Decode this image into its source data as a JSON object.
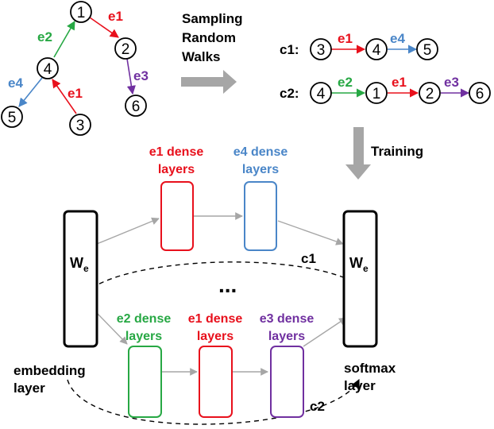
{
  "colors": {
    "e1": "#e8101c",
    "e2": "#27a844",
    "e3": "#7030a0",
    "e4": "#4a86c8",
    "gray": "#a6a6a6",
    "black": "#000000"
  },
  "graph": {
    "nodes": [
      "1",
      "2",
      "3",
      "4",
      "5",
      "6"
    ],
    "edges": [
      {
        "from": "4",
        "to": "1",
        "label": "e2"
      },
      {
        "from": "1",
        "to": "2",
        "label": "e1"
      },
      {
        "from": "2",
        "to": "6",
        "label": "e3"
      },
      {
        "from": "3",
        "to": "4",
        "label": "e1"
      },
      {
        "from": "4",
        "to": "5",
        "label": "e4"
      }
    ]
  },
  "sampling_label": [
    "Sampling",
    "Random",
    "Walks"
  ],
  "walks": [
    {
      "name": "c1:",
      "nodes": [
        "3",
        "4",
        "5"
      ],
      "edges": [
        "e1",
        "e4"
      ]
    },
    {
      "name": "c2:",
      "nodes": [
        "4",
        "1",
        "2",
        "6"
      ],
      "edges": [
        "e2",
        "e1",
        "e3"
      ]
    }
  ],
  "training_label": "Training",
  "layers": {
    "top": [
      {
        "line1": "e1 dense",
        "line2": "layers",
        "type": "e1"
      },
      {
        "line1": "e4 dense",
        "line2": "layers",
        "type": "e4"
      }
    ],
    "bottom": [
      {
        "line1": "e2 dense",
        "line2": "layers",
        "type": "e2"
      },
      {
        "line1": "e1 dense",
        "line2": "layers",
        "type": "e1"
      },
      {
        "line1": "e3 dense",
        "line2": "layers",
        "type": "e3"
      }
    ]
  },
  "embedding": {
    "symbol": "W",
    "subscript": "e",
    "caption1": "embedding",
    "caption2": "layer"
  },
  "softmax": {
    "symbol": "W",
    "subscript": "e",
    "caption1": "softmax",
    "caption2": "layer"
  },
  "path_labels": {
    "c1": "c1",
    "c2": "c2"
  },
  "ellipsis": "..."
}
